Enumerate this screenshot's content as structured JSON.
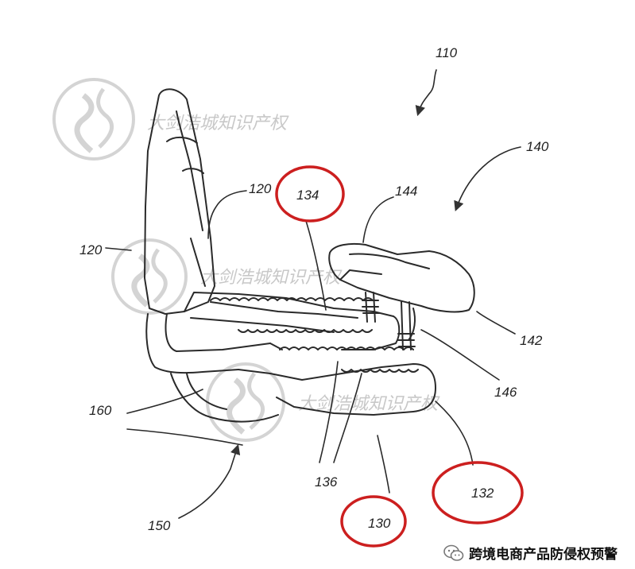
{
  "figure": {
    "labels": {
      "l110": "110",
      "l140": "140",
      "l120a": "120",
      "l120b": "120",
      "l134": "134",
      "l144": "144",
      "l142": "142",
      "l146": "146",
      "l160": "160",
      "l136": "136",
      "l132": "132",
      "l130": "130",
      "l150": "150"
    },
    "highlight_color": "#cc1f1f"
  },
  "watermark": {
    "text": "大剑浩城知识产权",
    "color": "#c8c8c8"
  },
  "footer": {
    "text": "跨境电商产品防侵权预警",
    "icon": "wechat-icon"
  }
}
